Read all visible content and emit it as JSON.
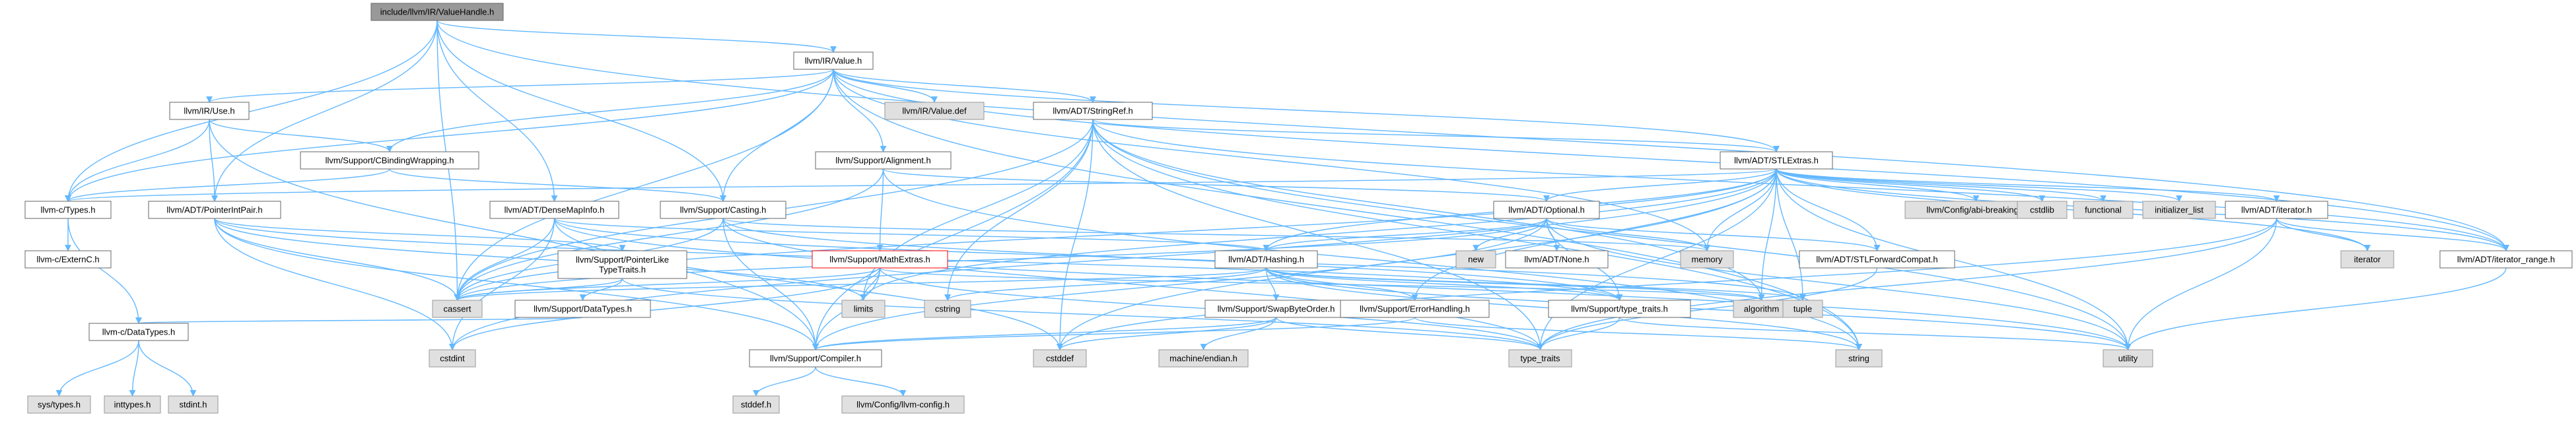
{
  "graph": {
    "type": "include-dependency-graph",
    "colors": {
      "edge": "#63b8ff",
      "node_border": "#666666",
      "node_fill": "#ffffff",
      "system_header_fill": "#e0e0e0",
      "root_fill": "#999999",
      "incomplete_border": "#ff0000"
    },
    "nodes": [
      {
        "id": "root",
        "label": "include/llvm/IR/ValueHandle.h",
        "kind": "root"
      },
      {
        "id": "value",
        "label": "llvm/IR/Value.h",
        "kind": "doc"
      },
      {
        "id": "use",
        "label": "llvm/IR/Use.h",
        "kind": "doc"
      },
      {
        "id": "valuedef",
        "label": "llvm/IR/Value.def",
        "kind": "sys"
      },
      {
        "id": "stringref",
        "label": "llvm/ADT/StringRef.h",
        "kind": "doc"
      },
      {
        "id": "stlextras",
        "label": "llvm/ADT/STLExtras.h",
        "kind": "doc"
      },
      {
        "id": "cbinding",
        "label": "llvm/Support/CBindingWrapping.h",
        "kind": "doc"
      },
      {
        "id": "alignment",
        "label": "llvm/Support/Alignment.h",
        "kind": "doc"
      },
      {
        "id": "ctypes",
        "label": "llvm-c/Types.h",
        "kind": "doc"
      },
      {
        "id": "ptrintpair",
        "label": "llvm/ADT/PointerIntPair.h",
        "kind": "doc"
      },
      {
        "id": "densemapinfo",
        "label": "llvm/ADT/DenseMapInfo.h",
        "kind": "doc"
      },
      {
        "id": "casting",
        "label": "llvm/Support/Casting.h",
        "kind": "doc"
      },
      {
        "id": "optional",
        "label": "llvm/ADT/Optional.h",
        "kind": "doc"
      },
      {
        "id": "abibreaking",
        "label": "llvm/Config/abi-breaking.h",
        "kind": "sys"
      },
      {
        "id": "cstdlib",
        "label": "cstdlib",
        "kind": "sys"
      },
      {
        "id": "functional",
        "label": "functional",
        "kind": "sys"
      },
      {
        "id": "initlist",
        "label": "initializer_list",
        "kind": "sys"
      },
      {
        "id": "adtiterator",
        "label": "llvm/ADT/iterator.h",
        "kind": "doc"
      },
      {
        "id": "cexternc",
        "label": "llvm-c/ExternC.h",
        "kind": "doc"
      },
      {
        "id": "ptrlike",
        "label": "llvm/Support/PointerLike\nTypeTraits.h",
        "kind": "doc"
      },
      {
        "id": "mathextras",
        "label": "llvm/Support/MathExtras.h",
        "kind": "warn"
      },
      {
        "id": "hashing",
        "label": "llvm/ADT/Hashing.h",
        "kind": "doc"
      },
      {
        "id": "new",
        "label": "new",
        "kind": "sys"
      },
      {
        "id": "none",
        "label": "llvm/ADT/None.h",
        "kind": "doc"
      },
      {
        "id": "memory",
        "label": "memory",
        "kind": "sys"
      },
      {
        "id": "stlforward",
        "label": "llvm/ADT/STLForwardCompat.h",
        "kind": "doc"
      },
      {
        "id": "iterator",
        "label": "iterator",
        "kind": "sys"
      },
      {
        "id": "iterrange",
        "label": "llvm/ADT/iterator_range.h",
        "kind": "doc"
      },
      {
        "id": "ctypesdt",
        "label": "llvm-c/DataTypes.h",
        "kind": "doc"
      },
      {
        "id": "supdatatypes",
        "label": "llvm/Support/DataTypes.h",
        "kind": "doc"
      },
      {
        "id": "cassert",
        "label": "cassert",
        "kind": "sys"
      },
      {
        "id": "limits",
        "label": "limits",
        "kind": "sys"
      },
      {
        "id": "cstring",
        "label": "cstring",
        "kind": "sys"
      },
      {
        "id": "swapbyte",
        "label": "llvm/Support/SwapByteOrder.h",
        "kind": "doc"
      },
      {
        "id": "errorhandling",
        "label": "llvm/Support/ErrorHandling.h",
        "kind": "doc"
      },
      {
        "id": "typetraitsh",
        "label": "llvm/Support/type_traits.h",
        "kind": "doc"
      },
      {
        "id": "algorithm",
        "label": "algorithm",
        "kind": "sys"
      },
      {
        "id": "tuple",
        "label": "tuple",
        "kind": "sys"
      },
      {
        "id": "cstdint",
        "label": "cstdint",
        "kind": "sys"
      },
      {
        "id": "compiler",
        "label": "llvm/Support/Compiler.h",
        "kind": "doc"
      },
      {
        "id": "machineendian",
        "label": "machine/endian.h",
        "kind": "sys"
      },
      {
        "id": "cstddef",
        "label": "cstddef",
        "kind": "sys"
      },
      {
        "id": "typetraits",
        "label": "type_traits",
        "kind": "sys"
      },
      {
        "id": "string",
        "label": "string",
        "kind": "sys"
      },
      {
        "id": "utility",
        "label": "utility",
        "kind": "sys"
      },
      {
        "id": "systypes",
        "label": "sys/types.h",
        "kind": "sys"
      },
      {
        "id": "inttypes",
        "label": "inttypes.h",
        "kind": "sys"
      },
      {
        "id": "stdint",
        "label": "stdint.h",
        "kind": "sys"
      },
      {
        "id": "stddef",
        "label": "stddef.h",
        "kind": "sys"
      },
      {
        "id": "llvmconfig",
        "label": "llvm/Config/llvm-config.h",
        "kind": "sys"
      }
    ],
    "edges": [
      [
        "root",
        "value"
      ],
      [
        "root",
        "ptrintpair"
      ],
      [
        "root",
        "casting"
      ],
      [
        "root",
        "cassert"
      ],
      [
        "root",
        "densemapinfo"
      ],
      [
        "root",
        "ctypes"
      ],
      [
        "root",
        "iterrange"
      ],
      [
        "value",
        "use"
      ],
      [
        "value",
        "valuedef"
      ],
      [
        "value",
        "stringref"
      ],
      [
        "value",
        "stlextras"
      ],
      [
        "value",
        "cbinding"
      ],
      [
        "value",
        "alignment"
      ],
      [
        "value",
        "ctypes"
      ],
      [
        "value",
        "casting"
      ],
      [
        "value",
        "cassert"
      ],
      [
        "value",
        "iterrange"
      ],
      [
        "value",
        "memory"
      ],
      [
        "value",
        "string"
      ],
      [
        "use",
        "ctypes"
      ],
      [
        "use",
        "cbinding"
      ],
      [
        "use",
        "ptrintpair"
      ],
      [
        "use",
        "compiler"
      ],
      [
        "stringref",
        "stlextras"
      ],
      [
        "stringref",
        "iterrange"
      ],
      [
        "stringref",
        "compiler"
      ],
      [
        "stringref",
        "algorithm"
      ],
      [
        "stringref",
        "cassert"
      ],
      [
        "stringref",
        "cstddef"
      ],
      [
        "stringref",
        "cstring"
      ],
      [
        "stringref",
        "limits"
      ],
      [
        "stringref",
        "string"
      ],
      [
        "stringref",
        "typetraits"
      ],
      [
        "stringref",
        "utility"
      ],
      [
        "stlextras",
        "optional"
      ],
      [
        "stlextras",
        "stlforward"
      ],
      [
        "stlextras",
        "adtiterator"
      ],
      [
        "stlextras",
        "iterrange"
      ],
      [
        "stlextras",
        "abibreaking"
      ],
      [
        "stlextras",
        "errorhandling"
      ],
      [
        "stlextras",
        "algorithm"
      ],
      [
        "stlextras",
        "cassert"
      ],
      [
        "stlextras",
        "cstddef"
      ],
      [
        "stlextras",
        "cstdint"
      ],
      [
        "stlextras",
        "cstdlib"
      ],
      [
        "stlextras",
        "functional"
      ],
      [
        "stlextras",
        "initlist"
      ],
      [
        "stlextras",
        "iterator"
      ],
      [
        "stlextras",
        "limits"
      ],
      [
        "stlextras",
        "memory"
      ],
      [
        "stlextras",
        "tuple"
      ],
      [
        "stlextras",
        "typetraits"
      ],
      [
        "stlextras",
        "utility"
      ],
      [
        "stlextras",
        "hashing"
      ],
      [
        "stlextras",
        "ctypes"
      ],
      [
        "cbinding",
        "ctypes"
      ],
      [
        "cbinding",
        "casting"
      ],
      [
        "alignment",
        "mathextras"
      ],
      [
        "alignment",
        "cassert"
      ],
      [
        "alignment",
        "optional"
      ],
      [
        "alignment",
        "string"
      ],
      [
        "ctypes",
        "cexternc"
      ],
      [
        "ctypesdt",
        "systypes"
      ],
      [
        "ctypesdt",
        "inttypes"
      ],
      [
        "ctypesdt",
        "stdint"
      ],
      [
        "ctypes",
        "ctypesdt"
      ],
      [
        "ptrintpair",
        "compiler"
      ],
      [
        "ptrintpair",
        "ptrlike"
      ],
      [
        "ptrintpair",
        "typetraitsh"
      ],
      [
        "ptrintpair",
        "cassert"
      ],
      [
        "ptrintpair",
        "cstdint"
      ],
      [
        "ptrintpair",
        "limits"
      ],
      [
        "densemapinfo",
        "hashing"
      ],
      [
        "densemapinfo",
        "cassert"
      ],
      [
        "densemapinfo",
        "cstddef"
      ],
      [
        "densemapinfo",
        "cstdint"
      ],
      [
        "densemapinfo",
        "tuple"
      ],
      [
        "densemapinfo",
        "utility"
      ],
      [
        "casting",
        "compiler"
      ],
      [
        "casting",
        "typetraitsh"
      ],
      [
        "casting",
        "cassert"
      ],
      [
        "casting",
        "memory"
      ],
      [
        "casting",
        "typetraits"
      ],
      [
        "optional",
        "none"
      ],
      [
        "optional",
        "stlforward"
      ],
      [
        "optional",
        "compiler"
      ],
      [
        "optional",
        "typetraitsh"
      ],
      [
        "optional",
        "cassert"
      ],
      [
        "optional",
        "memory"
      ],
      [
        "optional",
        "new"
      ],
      [
        "optional",
        "utility"
      ],
      [
        "optional",
        "hashing"
      ],
      [
        "adtiterator",
        "iterrange"
      ],
      [
        "adtiterator",
        "iterator"
      ],
      [
        "adtiterator",
        "cstddef"
      ],
      [
        "adtiterator",
        "typetraits"
      ],
      [
        "adtiterator",
        "utility"
      ],
      [
        "iterrange",
        "utility"
      ],
      [
        "ptrlike",
        "supdatatypes"
      ],
      [
        "ptrlike",
        "cassert"
      ],
      [
        "ptrlike",
        "typetraits"
      ],
      [
        "supdatatypes",
        "ctypesdt"
      ],
      [
        "mathextras",
        "compiler"
      ],
      [
        "mathextras",
        "cassert"
      ],
      [
        "mathextras",
        "limits"
      ],
      [
        "mathextras",
        "cstdint"
      ],
      [
        "mathextras",
        "typetraits"
      ],
      [
        "mathextras",
        "algorithm"
      ],
      [
        "hashing",
        "errorhandling"
      ],
      [
        "hashing",
        "swapbyte"
      ],
      [
        "hashing",
        "typetraitsh"
      ],
      [
        "hashing",
        "algorithm"
      ],
      [
        "hashing",
        "cassert"
      ],
      [
        "hashing",
        "cstring"
      ],
      [
        "hashing",
        "string"
      ],
      [
        "hashing",
        "tuple"
      ],
      [
        "hashing",
        "utility"
      ],
      [
        "swapbyte",
        "compiler"
      ],
      [
        "swapbyte",
        "machineendian"
      ],
      [
        "swapbyte",
        "cstddef"
      ],
      [
        "swapbyte",
        "typetraits"
      ],
      [
        "errorhandling",
        "compiler"
      ],
      [
        "errorhandling",
        "string"
      ],
      [
        "typetraitsh",
        "typetraits"
      ],
      [
        "typetraitsh",
        "utility"
      ],
      [
        "stlforward",
        "typetraits"
      ],
      [
        "compiler",
        "stddef"
      ],
      [
        "compiler",
        "llvmconfig"
      ]
    ]
  }
}
